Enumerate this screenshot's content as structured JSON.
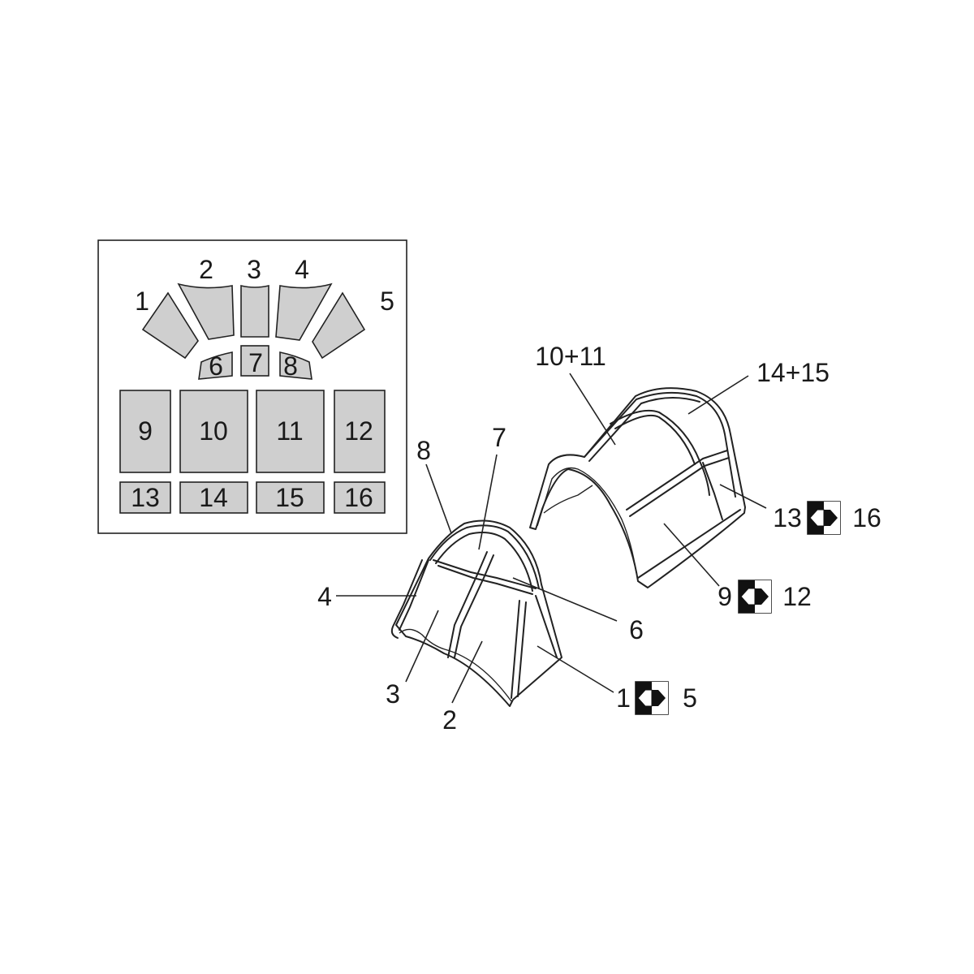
{
  "mask_sheet": {
    "masks": [
      {
        "id": "1",
        "label": "1"
      },
      {
        "id": "2",
        "label": "2"
      },
      {
        "id": "3",
        "label": "3"
      },
      {
        "id": "4",
        "label": "4"
      },
      {
        "id": "5",
        "label": "5"
      },
      {
        "id": "6",
        "label": "6"
      },
      {
        "id": "7",
        "label": "7"
      },
      {
        "id": "8",
        "label": "8"
      },
      {
        "id": "9",
        "label": "9"
      },
      {
        "id": "10",
        "label": "10"
      },
      {
        "id": "11",
        "label": "11"
      },
      {
        "id": "12",
        "label": "12"
      },
      {
        "id": "13",
        "label": "13"
      },
      {
        "id": "14",
        "label": "14"
      },
      {
        "id": "15",
        "label": "15"
      },
      {
        "id": "16",
        "label": "16"
      }
    ]
  },
  "rear_canopy": {
    "callouts": {
      "top": "10+11",
      "top_right": "14+15",
      "side_upper_left": "13",
      "side_upper_right": "16",
      "side_lower_left": "9",
      "side_lower_right": "12"
    }
  },
  "front_canopy": {
    "callouts": {
      "c8": "8",
      "c7": "7",
      "c4": "4",
      "c6": "6",
      "c3": "3",
      "c2": "2",
      "c1": "1",
      "c5": "5"
    }
  },
  "colors": {
    "mask_fill": "#cfcfcf",
    "line": "#222222",
    "background": "#ffffff"
  },
  "icons": [
    "mirror-symmetry-icon"
  ]
}
